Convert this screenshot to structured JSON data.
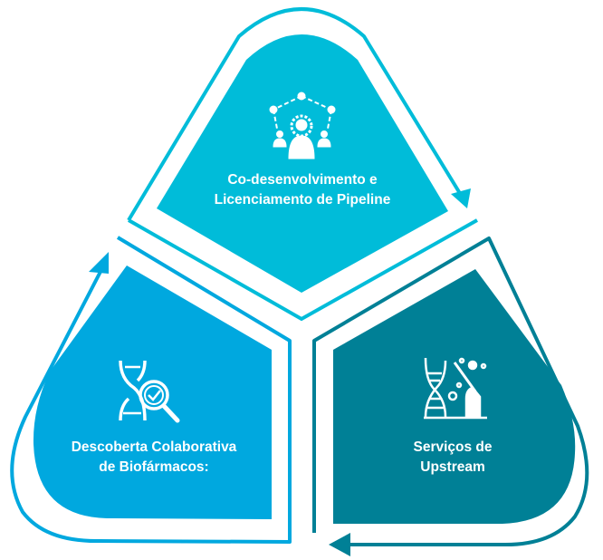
{
  "colors": {
    "top": "#00bcd9",
    "left": "#00a8df",
    "right": "#008096"
  },
  "segments": [
    {
      "title_line1": "Co-desenvolvimento e",
      "title_line2": "Licenciamento de Pipeline",
      "icon": "team-network-gear-icon"
    },
    {
      "title_line1": "Serviços de",
      "title_line2": "Upstream",
      "icon": "dna-lab-hand-icon"
    },
    {
      "title_line1": "Descoberta Colaborativa",
      "title_line2": "de Biofármacos:",
      "icon": "dna-magnifier-check-icon"
    }
  ]
}
